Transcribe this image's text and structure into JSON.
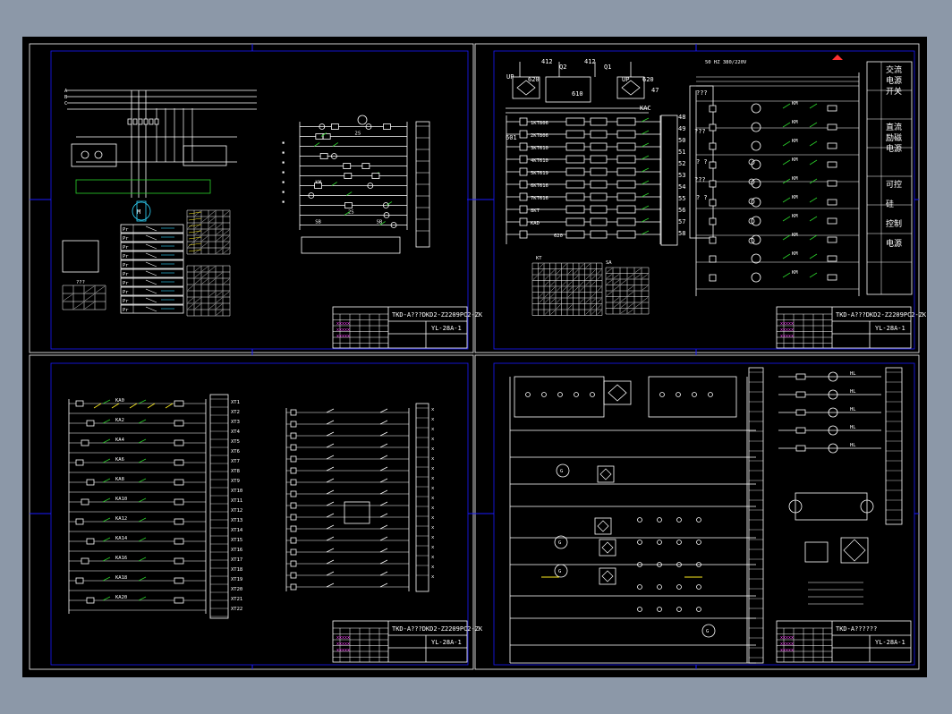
{
  "sheets": [
    {
      "id": "top-left",
      "title_block": {
        "drawing_no": "TKD-A???DKD2-Z2209PC2-ZK",
        "model": "YL-28A-1"
      }
    },
    {
      "id": "top-right",
      "title_block": {
        "drawing_no": "TKD-A???DKD2-Z2209PC2-ZK",
        "model": "YL-28A-1"
      },
      "top_labels": [
        "412",
        "Q2",
        "412",
        "Q1",
        "UP",
        "620",
        "610",
        "UP",
        "620",
        "47",
        "KAC",
        "601"
      ],
      "relay_labels": [
        "1KT806",
        "2KT806",
        "3KT610",
        "4KT610",
        "5KT619",
        "6KT616",
        "7KT616",
        "8KT",
        "KAD",
        "620"
      ],
      "right_numbers": [
        "48",
        "49",
        "50",
        "51",
        "52",
        "53",
        "54",
        "55",
        "56",
        "57",
        "58"
      ],
      "question_marks": [
        "???",
        "???",
        "? ?",
        "???",
        "? ?"
      ],
      "right_column": [
        "交流",
        "电源",
        "开关",
        "直流",
        "励磁",
        "电源",
        "可控",
        "硅",
        "控制",
        "电源"
      ],
      "header_text": "50 HZ 380/220V"
    },
    {
      "id": "bottom-left",
      "title_block": {
        "drawing_no": "TKD-A???DKD2-Z2209PC2-ZK",
        "model": "YL-28A-1"
      }
    },
    {
      "id": "bottom-right",
      "title_block": {
        "drawing_no": "TKD-A??????",
        "model": "YL-28A-1"
      }
    }
  ]
}
